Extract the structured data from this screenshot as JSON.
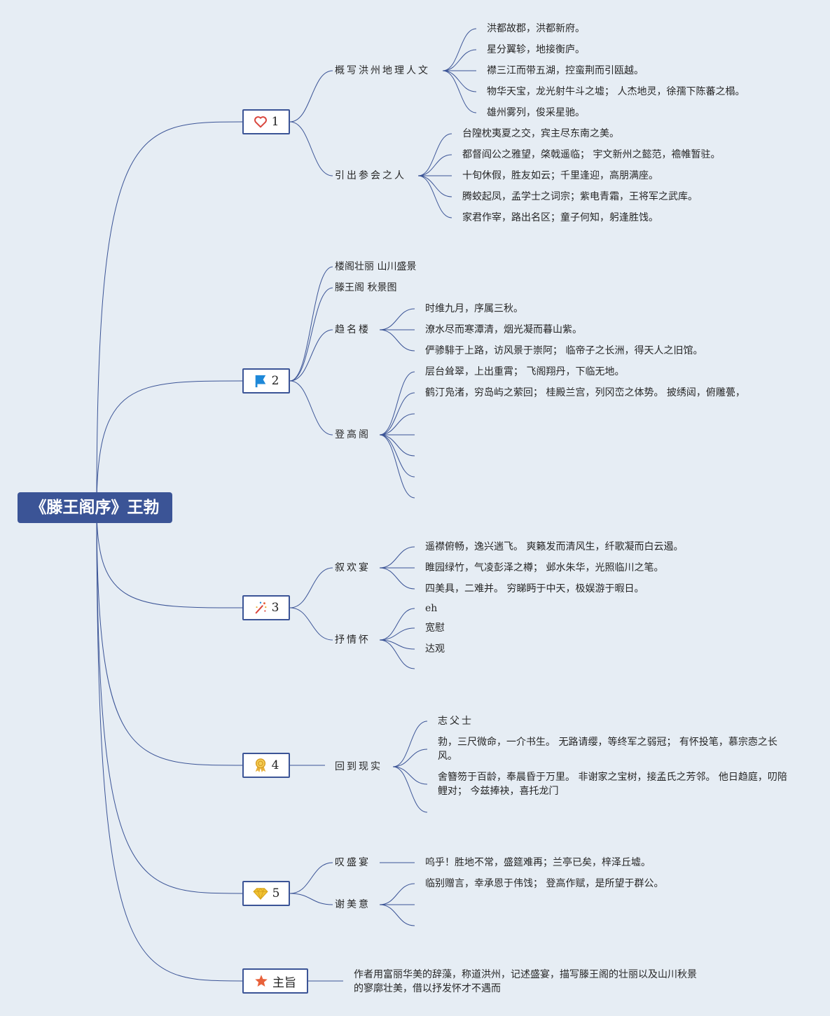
{
  "root": {
    "title": "《滕王阁序》王勃"
  },
  "sections": [
    {
      "label": "1",
      "icon": "heart-icon",
      "branches": [
        {
          "title": "概写洪州地理人文",
          "leaves": [
            "洪都故郡，洪都新府。",
            "星分翼轸，地接衡庐。",
            "襟三江而带五湖，控蛮荆而引瓯越。",
            "物华天宝，龙光射牛斗之墟； 人杰地灵，徐孺下陈蕃之榻。",
            "雄州雾列，俊采星驰。"
          ]
        },
        {
          "title": "引出参会之人",
          "leaves": [
            "台隍枕夷夏之交，宾主尽东南之美。",
            "都督阎公之雅望，棨戟遥临； 宇文新州之懿范，襜帷暂驻。",
            "十旬休假，胜友如云；千里逢迎，高朋满座。",
            "腾蛟起凤，孟学士之词宗；紫电青霜，王将军之武库。",
            "家君作宰，路出名区；童子何知，躬逢胜饯。"
          ]
        }
      ]
    },
    {
      "label": "2",
      "icon": "flag-icon",
      "branches": [
        {
          "title": "楼阁壮丽 山川盛景",
          "leaves": []
        },
        {
          "title": "滕王阁 秋景图",
          "leaves": []
        },
        {
          "title": "趋名楼",
          "leaves": [
            "时维九月，序属三秋。",
            "潦水尽而寒潭清，烟光凝而暮山紫。",
            "俨骖騑于上路，访风景于崇阿； 临帝子之长洲，得天人之旧馆。"
          ]
        },
        {
          "title": "登高阁",
          "leaves": [
            "层台耸翠，上出重霄； 飞阁翔丹，下临无地。",
            "鹤汀凫渚，穷岛屿之萦回； 桂殿兰宫，列冈峦之体势。 披绣闼，俯雕甍，",
            "",
            "",
            "",
            "",
            ""
          ]
        }
      ]
    },
    {
      "label": "3",
      "icon": "fireworks-icon",
      "branches": [
        {
          "title": "叙欢宴",
          "leaves": [
            "遥襟俯畅，逸兴遄飞。 爽籁发而清风生，纤歌凝而白云遏。",
            "睢园绿竹，气凌彭泽之樽； 邺水朱华，光照临川之笔。",
            "四美具，二难并。 穷睇眄于中天，极娱游于暇日。"
          ]
        },
        {
          "title": "抒情怀",
          "leaves": [
            "eh",
            "宽慰",
            "达观",
            ""
          ]
        }
      ]
    },
    {
      "label": "4",
      "icon": "medal-icon",
      "branches": [
        {
          "title": "回到现实",
          "leaves": [
            "志父士",
            "勃，三尺微命，一介书生。 无路请缨，等终军之弱冠； 有怀投笔，慕宗悫之长风。",
            "舍簪笏于百龄，奉晨昏于万里。 非谢家之宝树，接孟氏之芳邻。 他日趋庭，叨陪鲤对； 今兹捧袂，喜托龙门",
            ""
          ]
        }
      ]
    },
    {
      "label": "5",
      "icon": "diamond-icon",
      "branches": [
        {
          "title": "叹盛宴",
          "leaves": [
            "呜乎！胜地不常，盛筵难再；兰亭已矣，梓泽丘墟。"
          ]
        },
        {
          "title": "谢美意",
          "leaves": [
            "临别赠言，幸承恩于伟饯； 登高作赋，是所望于群公。",
            "",
            ""
          ]
        }
      ]
    },
    {
      "label": "主旨",
      "icon": "star-icon",
      "branches": [
        {
          "title": "作者用富丽华美的辞藻，称道洪州，记述盛宴，描写滕王阁的壮丽以及山川秋景的寥廓壮美，借以抒发怀才不遇而",
          "leaves": []
        }
      ]
    }
  ],
  "colors": {
    "root_fill": "#3b5496",
    "line": "#3b5496",
    "background": "#e6edf4",
    "heart": "#d9453c",
    "flag": "#1e88d8",
    "star": "#e8613a",
    "medal": "#e8b13a",
    "diamond": "#f1c232"
  }
}
